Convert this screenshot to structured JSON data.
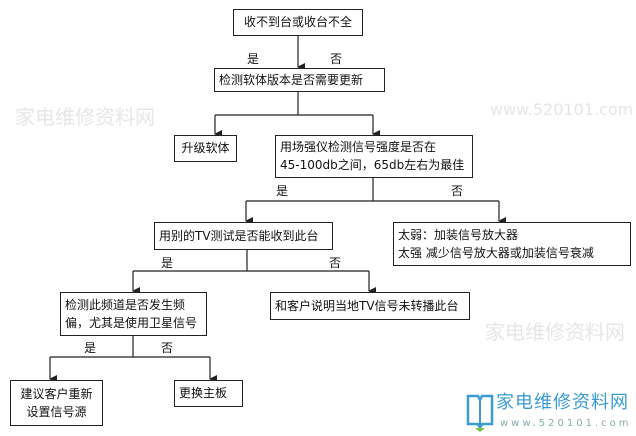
{
  "nodes": {
    "start": "收不到台或收台不全",
    "check_software": "检测软体版本是否需要更新",
    "upgrade_software": "升级软体",
    "signal_strength_line1": "用场强仪检测信号强度是否在",
    "signal_strength_line2": "45-100db之间，65db左右为最佳",
    "other_tv": "用别的TV测试是否能收到此台",
    "adjust_line1": "太弱：加装信号放大器",
    "adjust_line2": "太强  减少信号放大器或加装信号衰减",
    "freq_offset_line1": "检测此频道是否发生频",
    "freq_offset_line2": "偏，尤其是使用卫星信号",
    "not_broadcast": "和客户说明当地TV信号未转播此台",
    "reset_source_line1": "建议客户重新",
    "reset_source_line2": "设置信号源",
    "replace_board": "更换主板"
  },
  "labels": {
    "yes": "是",
    "no": "否"
  },
  "watermark": {
    "site_name": "家电维修资料网",
    "url": "www.520101.com"
  },
  "logo": {
    "title": "家电维修资料网",
    "url": "www.520101.com"
  }
}
